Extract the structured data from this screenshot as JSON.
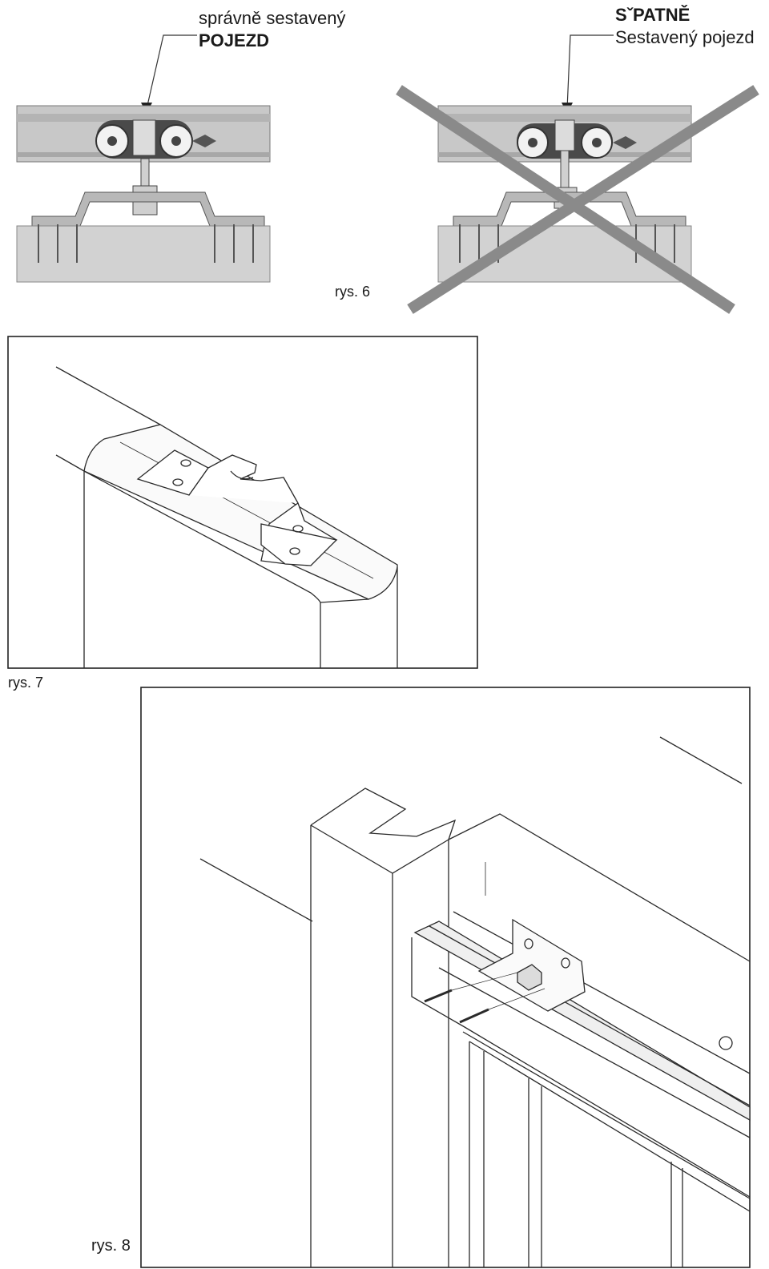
{
  "fig6": {
    "correct_label_line1": "správně sestavený",
    "correct_label_line2": "POJEZD",
    "wrong_label_line1": "SˇPATNĚ",
    "wrong_label_line2": "Sestavený pojezd",
    "caption": "rys. 6"
  },
  "fig7": {
    "caption": "rys. 7"
  },
  "fig8": {
    "caption": "rys. 8"
  },
  "colors": {
    "rail": "#c8c8c8",
    "rail_dark": "#8c8c8c",
    "wood": "#d2d2d2",
    "outline": "#333333",
    "cross": "#8a8a8a"
  }
}
